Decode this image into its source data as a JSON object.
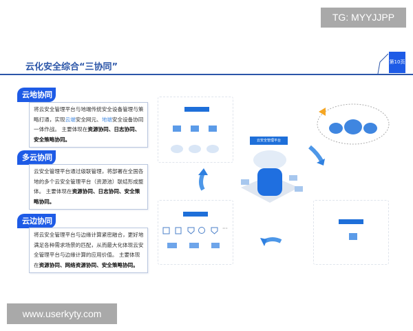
{
  "watermarks": {
    "top": "TG: MYYJJPP",
    "bottom": "www.userkyty.com"
  },
  "header": {
    "title": "云化安全综合“三协同”",
    "page": "第10页"
  },
  "sections": [
    {
      "tag": "云地协同",
      "text_parts": [
        {
          "t": "将云安全管理平台与地端传统安全设备管理与策略打通，实现"
        },
        {
          "t": "云端",
          "hl": true
        },
        {
          "t": "安全网元、"
        },
        {
          "t": "地端",
          "hl": true
        },
        {
          "t": "安全设备协同一体作战。 主要体现在"
        },
        {
          "t": "资源协同、日志协同、安全策略协同。",
          "b": true
        }
      ]
    },
    {
      "tag": "多云协同",
      "text_parts": [
        {
          "t": "云安全管理平台通过级联管理，将部署在全国各地的多个云安全管理平台（资源池）联结形成整体。 主要体现在"
        },
        {
          "t": "资源协同、日志协同、安全策略协同。",
          "b": true
        }
      ]
    },
    {
      "tag": "云边协同",
      "text_parts": [
        {
          "t": "将云安全管理平台与边缘计算紧密融合，更好地满足各种需求场景的匹配，从而最大化体现云安全管理平台与边缘计算的应用价值。 主要体现在"
        },
        {
          "t": "资源协同、网络资源协同、安全策略协同。",
          "b": true
        }
      ]
    }
  ],
  "diagram": {
    "center_label": "云安全管理平台",
    "more": "···",
    "accent": "#1e6fd9"
  }
}
